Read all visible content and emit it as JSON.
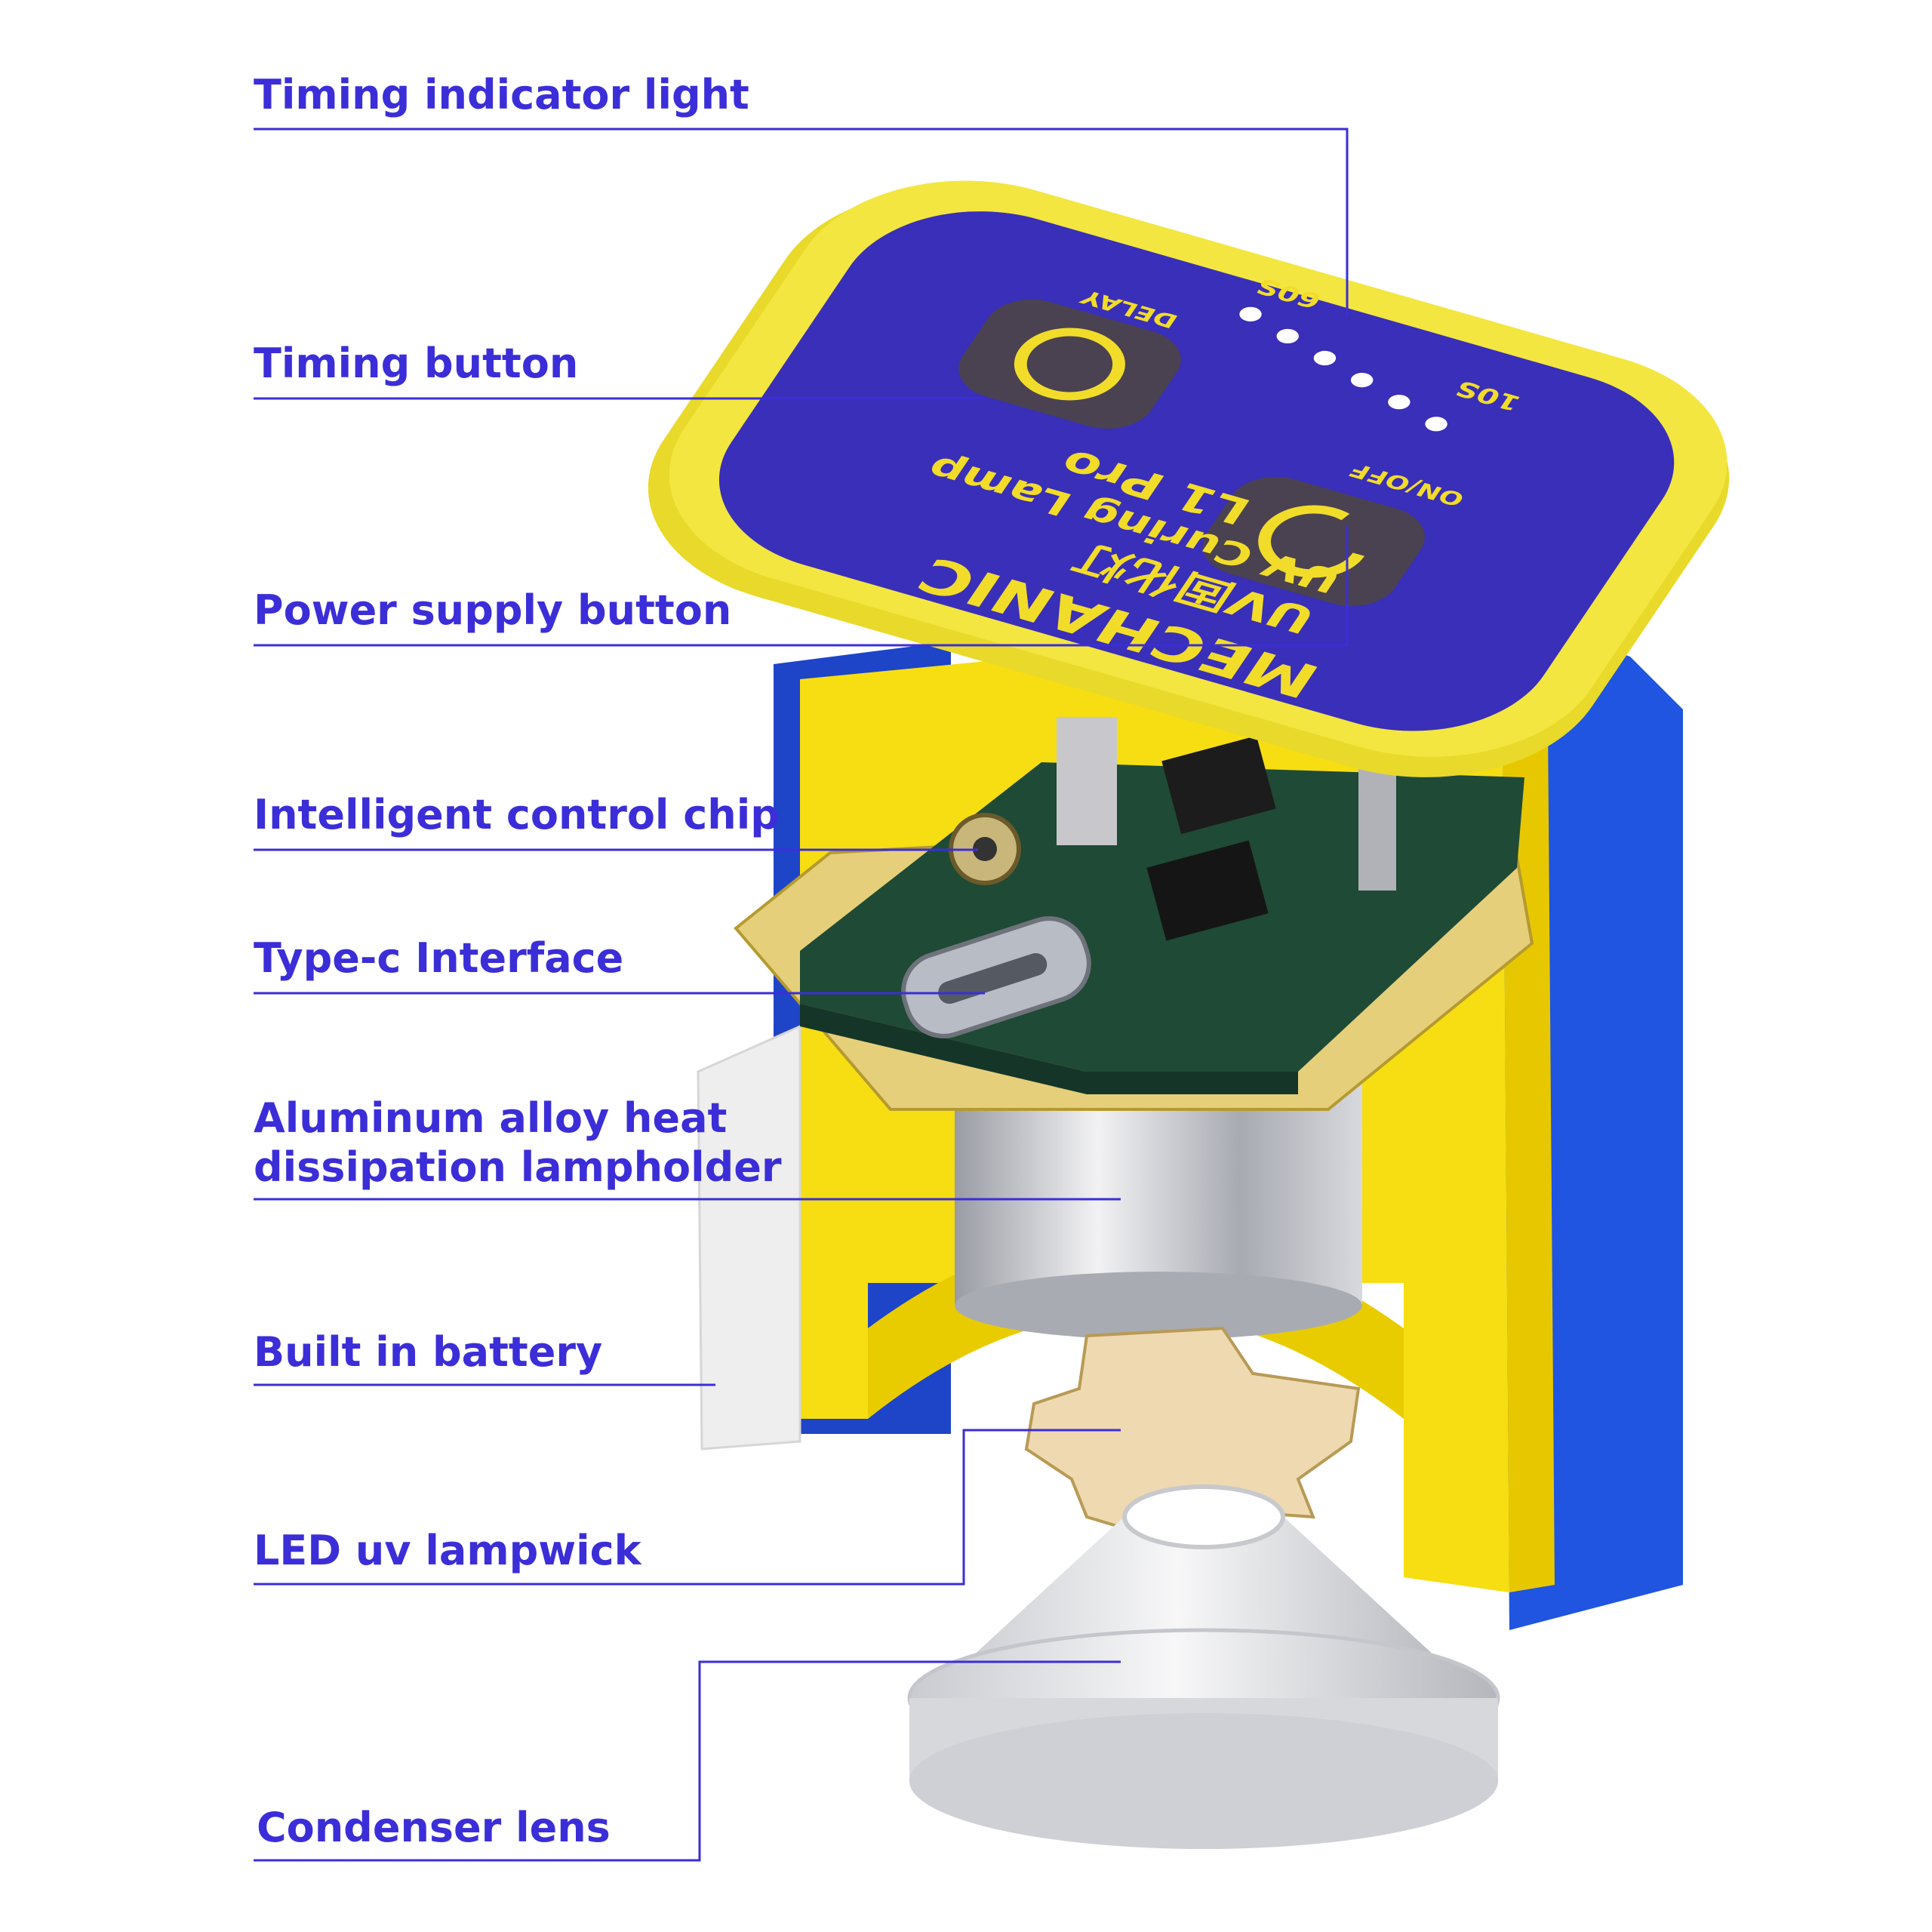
{
  "labels": {
    "timing_indicator_light": "Timing indicator light",
    "timing_button": "Timing button",
    "power_supply_button": "Power supply button",
    "intelligent_control_chip": "Intelligent control chip",
    "type_c_interface": "Type-c Interface",
    "aluminum_line1": "Aluminum alloy heat",
    "aluminum_line2": "dissipation lampholder",
    "built_in_battery": "Built in battery",
    "led_uv_lampwick": "LED uv lampwick",
    "condenser_lens": "Condenser lens"
  },
  "panel": {
    "brand": "MECHANIC",
    "product_cn": "UV固化灯",
    "product_en": "UV Curing Lamp",
    "model": "L1 Pro",
    "timer_max": "60S",
    "timer_min": "10S",
    "delay": "DELAY",
    "onoff": "ON/OFF"
  },
  "colors": {
    "label": "#3b2ed8",
    "panel_blue": "#3a2fb8",
    "panel_yellow": "#f2e43a",
    "shell_blue": "#1f4fd8"
  }
}
